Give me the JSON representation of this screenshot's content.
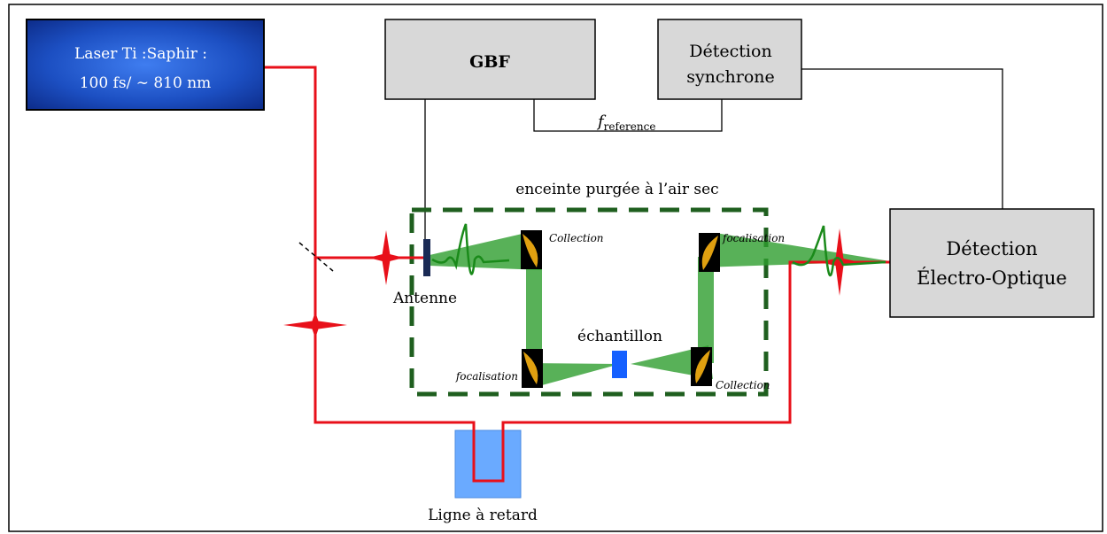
{
  "laser": {
    "line1": "Laser Ti :Saphir :",
    "line2": "100 fs/ ∼ 810 nm"
  },
  "gbf": {
    "label": "GBF"
  },
  "lockin": {
    "line1": "Détection",
    "line2": "synchrone"
  },
  "reference": {
    "symbol": "f",
    "subscript": "reference"
  },
  "chamber": {
    "label": "enceinte purgée à l’air sec"
  },
  "eo_detection": {
    "line1": "Détection",
    "line2": "Électro-Optique"
  },
  "antenna": {
    "label": "Antenne"
  },
  "sample": {
    "label": "échantillon"
  },
  "mirrors": {
    "top_left": "Collection",
    "top_right": "focalisation",
    "bottom_left": "focalisation",
    "bottom_right": "Collection"
  },
  "delay_line": {
    "label": "Ligne à retard"
  },
  "colors": {
    "laser_beam": "#e8101a",
    "thz_beam": "#2e9e2e",
    "chamber_border": "#1f5f1f",
    "box_fill": "#d8d8d8",
    "sample": "#1560ff",
    "delay_line": "#6aaaff",
    "laser_box": "#1f4fc0"
  }
}
